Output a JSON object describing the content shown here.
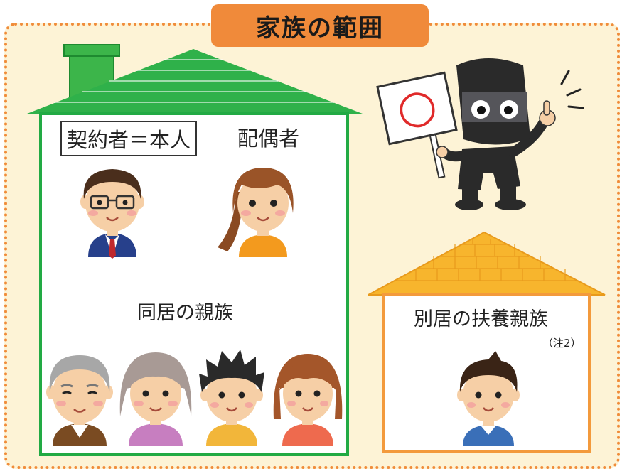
{
  "title": "家族の範囲",
  "labels": {
    "contractor": "契約者＝本人",
    "spouse": "配偶者",
    "cohabiting_relatives": "同居の親族",
    "separate_dependents": "別居の扶養親族",
    "note": "（注2）"
  },
  "sign_mark": "○",
  "colors": {
    "frame_border": "#f08c3a",
    "frame_fill": "#fdf3d6",
    "title_fill": "#f08a3a",
    "green_house": "#22aa44",
    "orange_house": "#f39a3c",
    "brick_roof": "#f7b52d"
  },
  "illustrations": {
    "main_house_people": [
      "man-with-glasses-icon",
      "woman-orange-shirt-icon"
    ],
    "cohabiting_people": [
      "grandfather-icon",
      "grandmother-icon",
      "boy-icon",
      "girl-icon"
    ],
    "separate_people": [
      "young-man-icon"
    ],
    "mascot": "ninja-mascot-icon"
  }
}
